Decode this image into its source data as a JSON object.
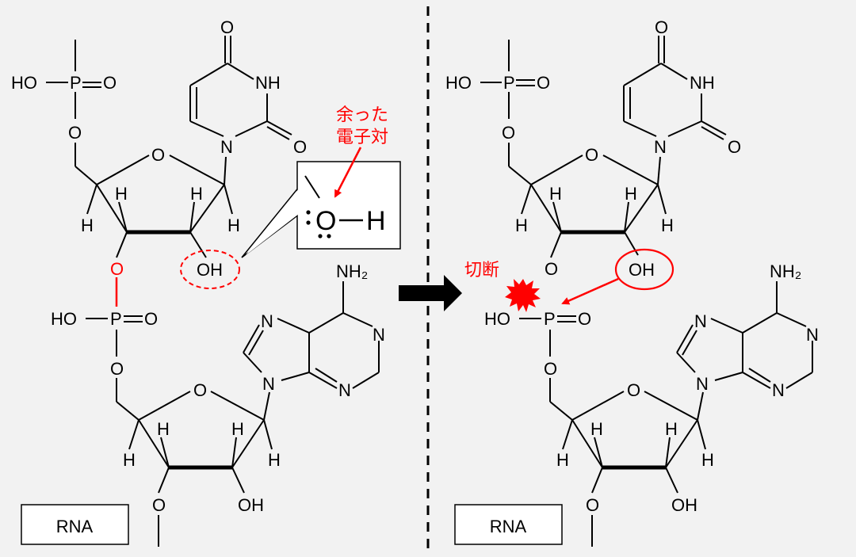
{
  "panels": {
    "left_box_label": "RNA",
    "right_box_label": "RNA"
  },
  "callout": {
    "lone_pair_label_line1": "余った",
    "lone_pair_label_line2": "電子対",
    "oh_big_O": "O",
    "oh_big_H": "H",
    "cleave_label": "切断"
  },
  "atoms": {
    "O": "O",
    "N": "N",
    "H": "H",
    "P": "P",
    "OH": "OH",
    "HO": "HO",
    "NH": "NH",
    "NH2": "NH₂"
  },
  "colors": {
    "background": "#f2f2f2",
    "highlight": "#ff0000",
    "ink": "#000000"
  }
}
